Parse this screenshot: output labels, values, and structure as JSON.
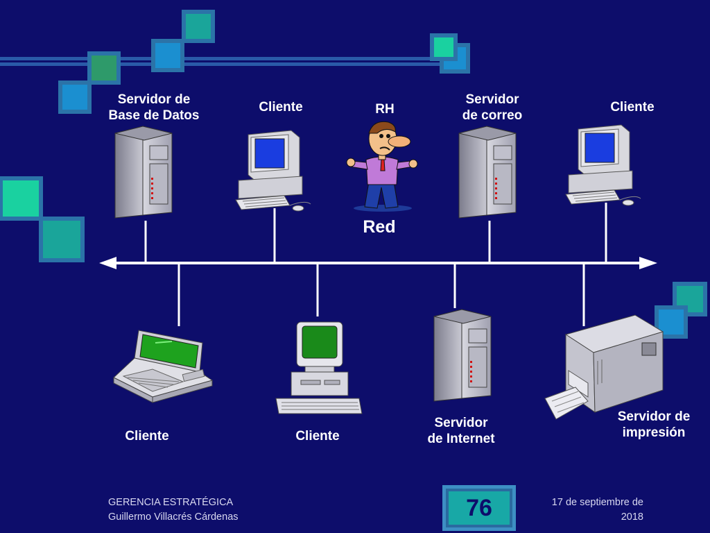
{
  "nodes": {
    "db_server": "Servidor de\nBase de Datos",
    "client_top_left": "Cliente",
    "rh": "RH",
    "mail_server": "Servidor\nde correo",
    "client_top_right": "Cliente",
    "network": "Red",
    "client_laptop": "Cliente",
    "client_desktop": "Cliente",
    "internet_server": "Servidor\nde Internet",
    "print_server": "Servidor de\nimpresión"
  },
  "footer": {
    "org": "GERENCIA ESTRATÉGICA",
    "author": "Guillermo Villacrés Cárdenas",
    "date_line1": "17 de septiembre de",
    "date_line2": "2018",
    "slide_number": "76"
  },
  "colors": {
    "background": "#0d0d6b",
    "teal": "#1aa59a",
    "blue_square": "#1b8fd0",
    "green_square": "#2e9a6a",
    "line": "#ffffff"
  }
}
